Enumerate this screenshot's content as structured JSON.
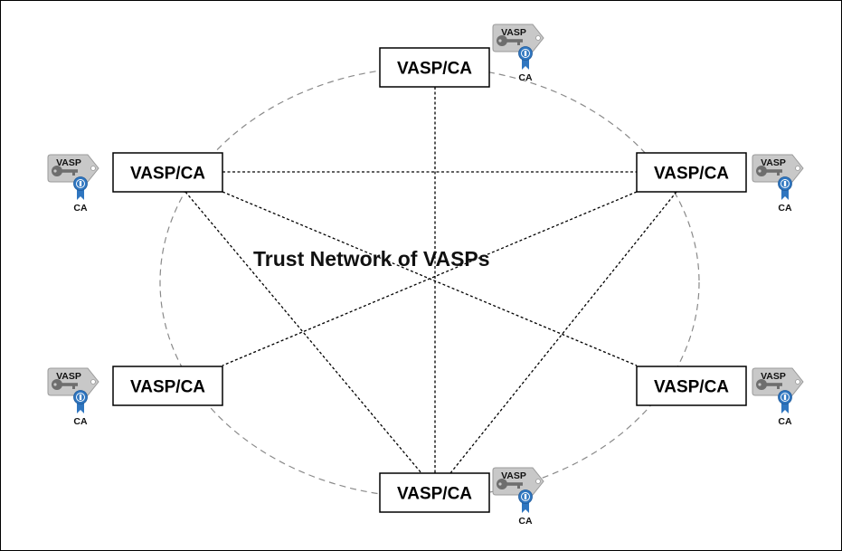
{
  "title": "Trust Network of VASPs",
  "node_label": "VASP/CA",
  "badge": {
    "top_label": "VASP",
    "bottom_label": "CA",
    "icon": "key-certificate-icon"
  },
  "colors": {
    "line": "#000000",
    "circle": "#8a8a8a",
    "badge_fill": "#c8c8c8",
    "badge_stroke": "#9a9a9a",
    "key": "#6e6e6e",
    "ribbon": "#2f76c0"
  },
  "nodes": [
    {
      "id": "top",
      "label": "VASP/CA"
    },
    {
      "id": "upper-left",
      "label": "VASP/CA"
    },
    {
      "id": "upper-right",
      "label": "VASP/CA"
    },
    {
      "id": "lower-left",
      "label": "VASP/CA"
    },
    {
      "id": "lower-right",
      "label": "VASP/CA"
    },
    {
      "id": "bottom",
      "label": "VASP/CA"
    }
  ],
  "edges": [
    [
      "top",
      "bottom"
    ],
    [
      "upper-left",
      "upper-right"
    ],
    [
      "upper-left",
      "lower-right"
    ],
    [
      "upper-left",
      "bottom"
    ],
    [
      "upper-right",
      "lower-left"
    ],
    [
      "upper-right",
      "bottom"
    ]
  ]
}
